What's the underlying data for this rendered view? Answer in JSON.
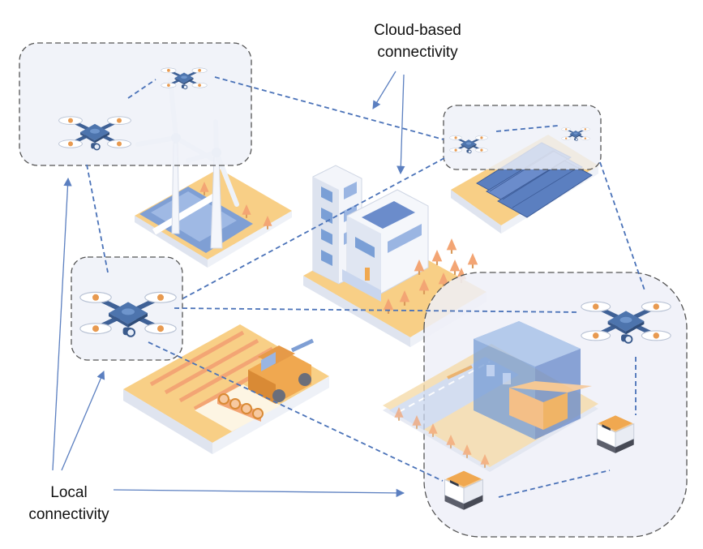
{
  "labels": {
    "cloud_line1": "Cloud-based",
    "cloud_line2": "connectivity",
    "local_line1": "Local",
    "local_line2": "connectivity"
  },
  "colors": {
    "link_dashed": "#4a72b8",
    "arrow": "#5b7fc0",
    "zone_fill": "#eef0f8",
    "zone_border": "#555555",
    "drone_body": "#4d74ad",
    "orange_ground": "#f8cf86",
    "building_blue": "#7a9fd6",
    "background": "#ffffff"
  },
  "icons": {
    "drone": "quadcopter-drone-icon",
    "wind_turbine": "wind-turbine-icon",
    "solar_panel": "solar-panel-icon",
    "office_building": "office-building-icon",
    "factory": "factory-building-icon",
    "harvester": "combine-harvester-icon",
    "ground_robot": "ground-robot-icon",
    "tree": "tree-icon"
  }
}
